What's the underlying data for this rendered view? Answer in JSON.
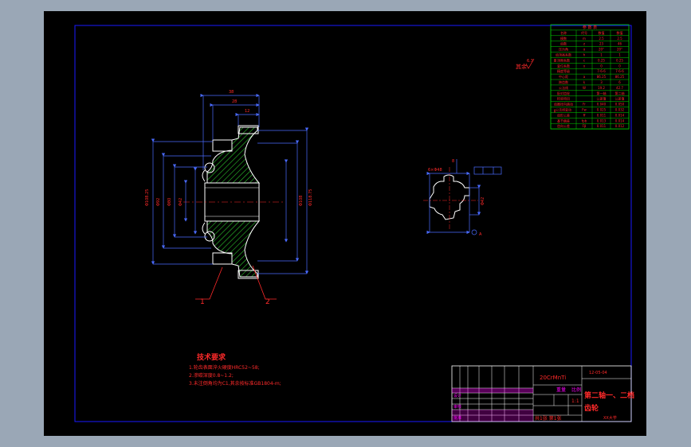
{
  "drawing": {
    "background": "#000000",
    "frame_color": "#1a1aff",
    "line_color": "#ffffff",
    "dim_color": "#4a6bff",
    "text_color": "#ff2a2a",
    "hatch_color": "#2fd22f",
    "accent_color": "#ff00ff",
    "table_line_color": "#00d400"
  },
  "gear_table": {
    "title": "参 数 表",
    "headers": [
      "名称",
      "代号",
      "数值",
      "数值"
    ],
    "rows": [
      [
        "模数",
        "m",
        "2.5",
        "2.5"
      ],
      [
        "齿数",
        "z",
        "23",
        "46"
      ],
      [
        "压力角",
        "α",
        "20°",
        "20°"
      ],
      [
        "齿顶高系数",
        "h",
        "1",
        "1"
      ],
      [
        "顶隙系数",
        "c",
        "0.25",
        "0.25"
      ],
      [
        "变位系数",
        "x",
        "0",
        "0"
      ],
      [
        "精度等级",
        "",
        "7-6-6",
        "7-6-6"
      ],
      [
        "中心距",
        "a",
        "86.25",
        "86.25"
      ],
      [
        "跨齿数",
        "k",
        "3",
        "6"
      ],
      [
        "公法线",
        "W",
        "19.2",
        "42.7"
      ],
      [
        "配对齿轮",
        "",
        "第一轴",
        "第二轴"
      ],
      [
        "检验项目",
        "",
        "公差值",
        "公差值"
      ]
    ],
    "check_items": [
      [
        "齿圈径向跳动",
        "Fr",
        "0.040",
        "0.050"
      ],
      [
        "公法线变动",
        "Fw",
        "0.025",
        "0.032"
      ],
      [
        "齿形公差",
        "ff",
        "0.011",
        "0.014"
      ],
      [
        "基节偏差",
        "fpb",
        "0.013",
        "0.014"
      ],
      [
        "齿向公差",
        "Fβ",
        "0.011",
        "0.012"
      ]
    ],
    "group_label": "Ⅱ",
    "side_label": "Ⅲ"
  },
  "labels": {
    "roughness": "其余",
    "roughness_value": "6.3",
    "leader_1": "1",
    "leader_2": "2"
  },
  "tech_req": {
    "title": "技术要求",
    "lines": [
      "1.轮齿表面淬火硬度HRC52~58;",
      "2.渗碳深度0.8~1.2;",
      "3.未注倒角均为C1,其余按标准GB1804-m;"
    ]
  },
  "title_block": {
    "material": "20CrMnTi",
    "date": "12-05-04",
    "part_name": "第二轴一、二档",
    "part_name_2": "齿轮",
    "scale_label": "比例",
    "scale": "1:1",
    "weight_label": "重量",
    "designer_label": "设计",
    "checker_label": "审核",
    "approve_label": "批准",
    "sheet_label": "共1张 第1张",
    "org": "XX大学"
  }
}
